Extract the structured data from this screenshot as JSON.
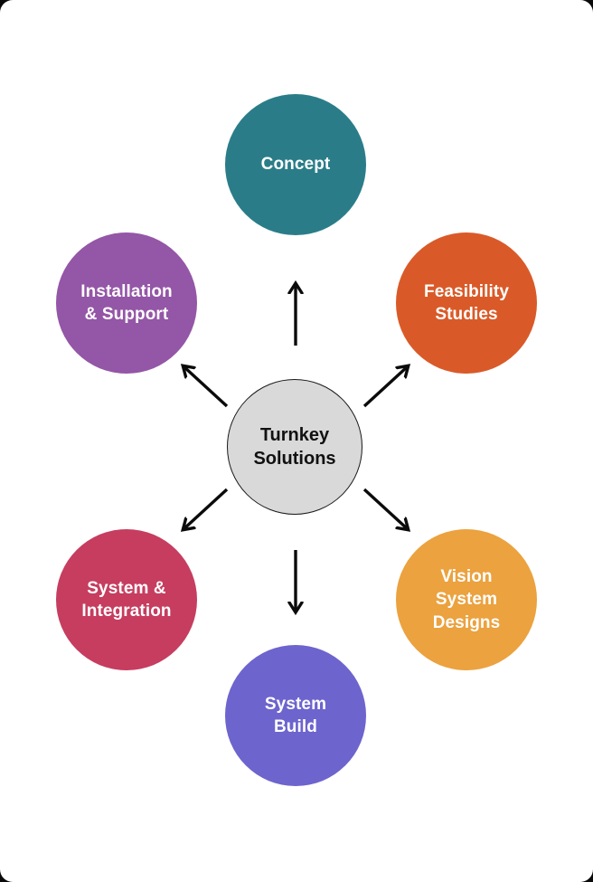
{
  "diagram": {
    "name": "turnkey-solutions-process-diagram",
    "arrow_color": "#0b0b0b",
    "center": {
      "label": "Turnkey\nSolutions",
      "bg": "#d9d9d9",
      "text_color": "#111111",
      "border_color": "#1a1a1a"
    },
    "nodes": [
      {
        "id": "concept",
        "label": "Concept",
        "bg": "#2a7d88",
        "text_color": "#ffffff",
        "position": "top"
      },
      {
        "id": "feasibility-studies",
        "label": "Feasibility\nStudies",
        "bg": "#d95a28",
        "text_color": "#ffffff",
        "position": "top-right"
      },
      {
        "id": "vision-system-designs",
        "label": "Vision\nSystem\nDesigns",
        "bg": "#eba23f",
        "text_color": "#ffffff",
        "position": "bottom-right"
      },
      {
        "id": "system-build",
        "label": "System\nBuild",
        "bg": "#6d64ce",
        "text_color": "#ffffff",
        "position": "bottom"
      },
      {
        "id": "system-integration",
        "label": "System &\nIntegration",
        "bg": "#c63d5f",
        "text_color": "#ffffff",
        "position": "bottom-left"
      },
      {
        "id": "installation-support",
        "label": "Installation\n& Support",
        "bg": "#9456a6",
        "text_color": "#ffffff",
        "position": "top-left"
      }
    ],
    "arrows": [
      {
        "from": "center",
        "to": "concept",
        "direction": "up"
      },
      {
        "from": "center",
        "to": "feasibility-studies",
        "direction": "up-right"
      },
      {
        "from": "center",
        "to": "vision-system-designs",
        "direction": "down-right"
      },
      {
        "from": "center",
        "to": "system-build",
        "direction": "down"
      },
      {
        "from": "center",
        "to": "system-integration",
        "direction": "down-left"
      },
      {
        "from": "center",
        "to": "installation-support",
        "direction": "up-left"
      }
    ]
  }
}
